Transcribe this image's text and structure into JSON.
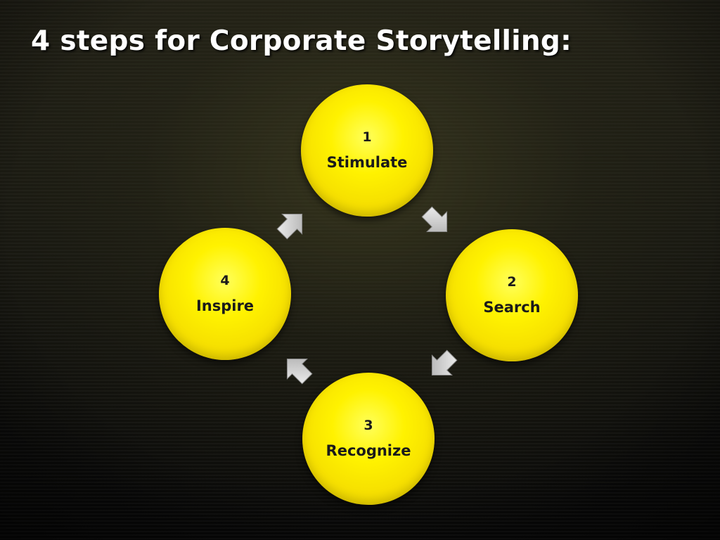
{
  "title": "4 steps for Corporate Storytelling:",
  "steps": [
    {
      "number": "1",
      "label": "Stimulate"
    },
    {
      "number": "2",
      "label": "Search"
    },
    {
      "number": "3",
      "label": "Recognize"
    },
    {
      "number": "4",
      "label": "Inspire"
    }
  ],
  "colors": {
    "circle_fill": "#fff200",
    "title_text": "#ffffff",
    "circle_text": "#1a1a1a",
    "arrow_fill": "#d8d8d8"
  }
}
